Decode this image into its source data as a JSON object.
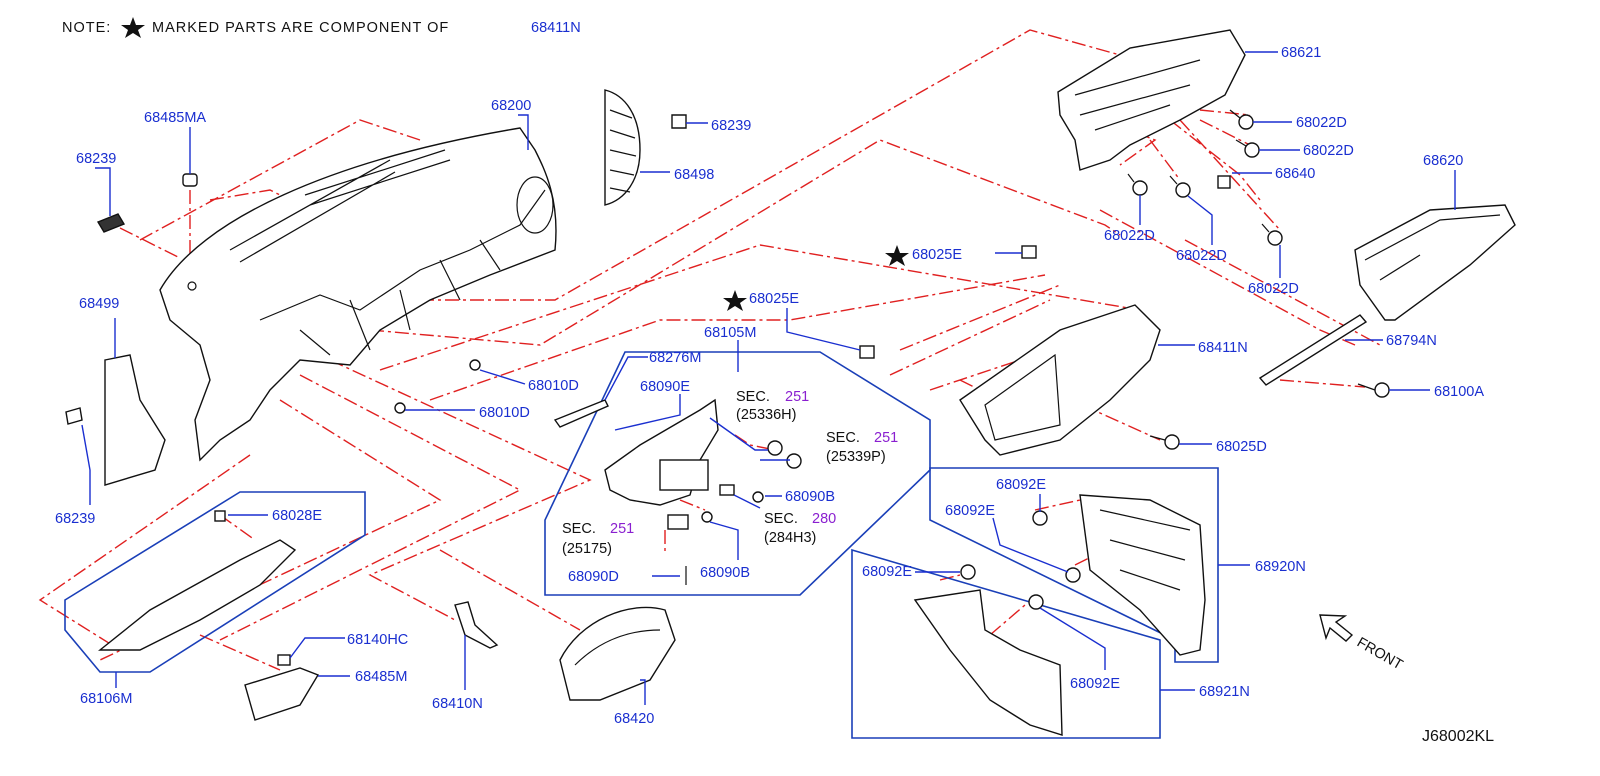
{
  "note": {
    "prefix": "NOTE:",
    "text": "MARKED  PARTS  ARE  COMPONENT  OF",
    "ref": "68411N"
  },
  "diagram_code": "J68002KL",
  "front_label": "FRONT",
  "colors": {
    "part_number": "#1a2fd0",
    "section_number": "#8a1fd0",
    "connector_line": "#e02020",
    "group_frame": "#1a3fb8"
  },
  "labels": {
    "p68485MA": "68485MA",
    "p68239a": "68239",
    "p68200": "68200",
    "p68239b": "68239",
    "p68498": "68498",
    "p68621": "68621",
    "p68022Da": "68022D",
    "p68022Db": "68022D",
    "p68640": "68640",
    "p68022Dc": "68022D",
    "p68022Dd": "68022D",
    "p68022De": "68022D",
    "p68620": "68620",
    "p68025Ea": "68025E",
    "p68025Eb": "68025E",
    "p68499": "68499",
    "p68105M": "68105M",
    "p68276M": "68276M",
    "p68090E": "68090E",
    "p68010Da": "68010D",
    "p68010Db": "68010D",
    "p68411N": "68411N",
    "p68794N": "68794N",
    "p68100A": "68100A",
    "p68025D": "68025D",
    "p68090Ba": "68090B",
    "p68090Bb": "68090B",
    "p68090D": "68090D",
    "p68239c": "68239",
    "p68028E": "68028E",
    "p68106M": "68106M",
    "p68140HC": "68140HC",
    "p68485M": "68485M",
    "p68410N": "68410N",
    "p68420": "68420",
    "p68092Ea": "68092E",
    "p68092Eb": "68092E",
    "p68092Ec": "68092E",
    "p68092Ed": "68092E",
    "p68920N": "68920N",
    "p68921N": "68921N"
  },
  "sections": {
    "s1": {
      "prefix": "SEC.",
      "num": "251",
      "ref": "(25336H)"
    },
    "s2": {
      "prefix": "SEC.",
      "num": "251",
      "ref": "(25339P)"
    },
    "s3": {
      "prefix": "SEC.",
      "num": "280",
      "ref": "(284H3)"
    },
    "s4": {
      "prefix": "SEC.",
      "num": "251",
      "ref": "(25175)"
    }
  },
  "icons": [
    "star-marker-icon",
    "front-arrow-icon"
  ]
}
